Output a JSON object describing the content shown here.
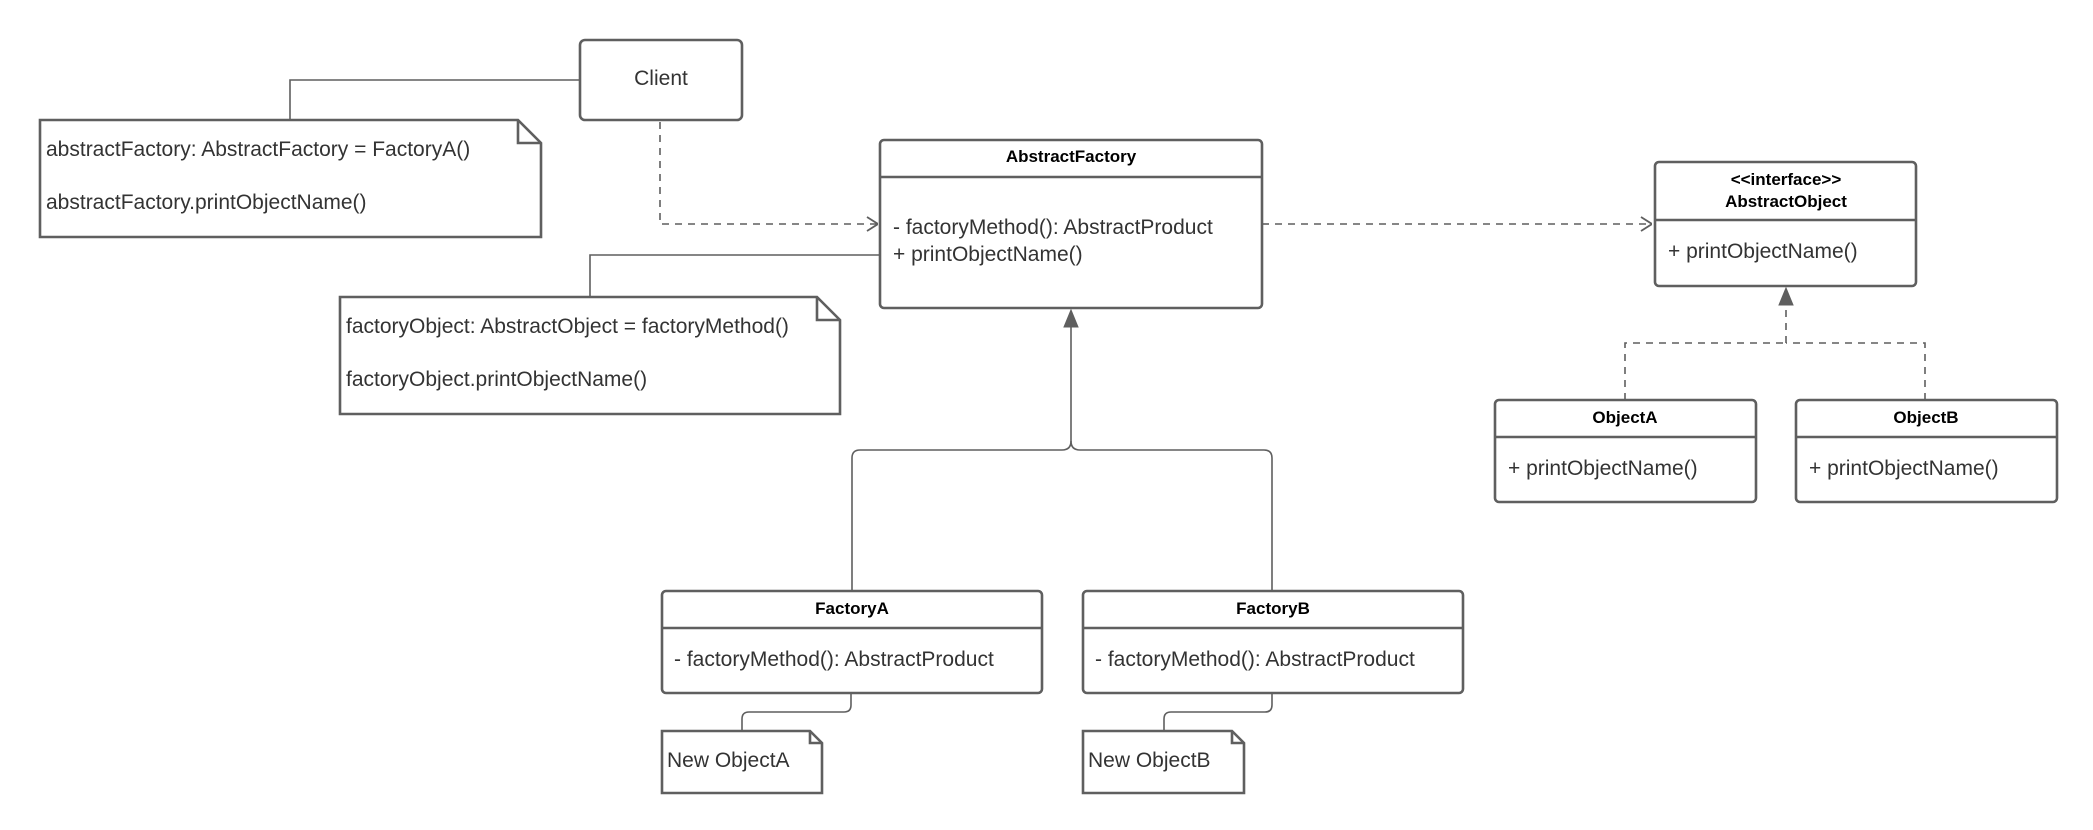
{
  "client": {
    "label": "Client"
  },
  "notes": {
    "client_note": {
      "line1": "abstractFactory: AbstractFactory = FactoryA()",
      "line2": "abstractFactory.printObjectName()"
    },
    "factory_note": {
      "line1": "factoryObject: AbstractObject = factoryMethod()",
      "line2": "factoryObject.printObjectName()"
    },
    "factory_a_note": {
      "line1": "New ObjectA"
    },
    "factory_b_note": {
      "line1": "New ObjectB"
    }
  },
  "classes": {
    "abstract_factory": {
      "title": "AbstractFactory",
      "members": [
        "- factoryMethod(): AbstractProduct",
        "+ printObjectName()"
      ]
    },
    "abstract_object": {
      "stereotype": "<<interface>>",
      "title": "AbstractObject",
      "members": [
        "+ printObjectName()"
      ]
    },
    "object_a": {
      "title": "ObjectA",
      "members": [
        "+ printObjectName()"
      ]
    },
    "object_b": {
      "title": "ObjectB",
      "members": [
        "+ printObjectName()"
      ]
    },
    "factory_a": {
      "title": "FactoryA",
      "members": [
        "- factoryMethod(): AbstractProduct"
      ]
    },
    "factory_b": {
      "title": "FactoryB",
      "members": [
        "- factoryMethod(): AbstractProduct"
      ]
    }
  },
  "colors": {
    "stroke": "#5f5f5f",
    "text": "#333333",
    "title": "#000000",
    "background": "#ffffff"
  }
}
